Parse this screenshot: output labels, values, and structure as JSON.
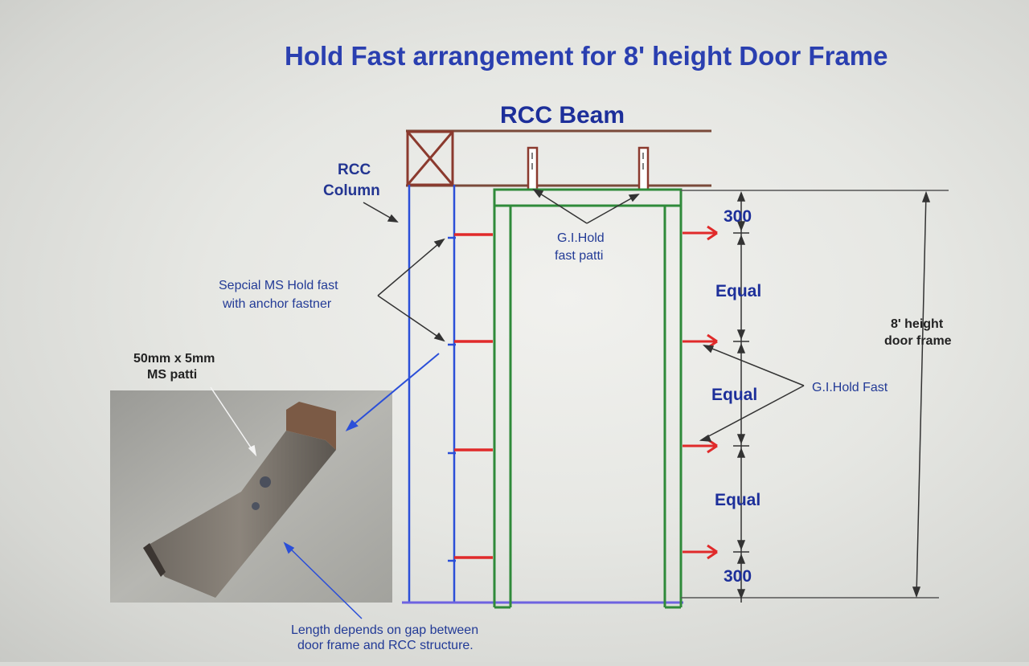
{
  "title": "Hold Fast arrangement for 8' height Door Frame",
  "labels": {
    "beam": "RCC Beam",
    "column_line1": "RCC",
    "column_line2": "Column",
    "gi_patti_line1": "G.I.Hold",
    "gi_patti_line2": "fast patti",
    "ms_holdfast_line1": "Sepcial MS Hold fast",
    "ms_holdfast_line2": "with anchor fastner",
    "ms_patti_line1": "50mm x 5mm",
    "ms_patti_line2": "MS patti",
    "gi_holdfast": "G.I.Hold Fast",
    "height_line1": "8' height",
    "height_line2": "door frame",
    "length_line1": "Length depends on gap between",
    "length_line2": "door frame and RCC structure."
  },
  "dimensions": {
    "top": "300",
    "equal_1": "Equal",
    "equal_2": "Equal",
    "equal_3": "Equal",
    "bottom": "300"
  }
}
